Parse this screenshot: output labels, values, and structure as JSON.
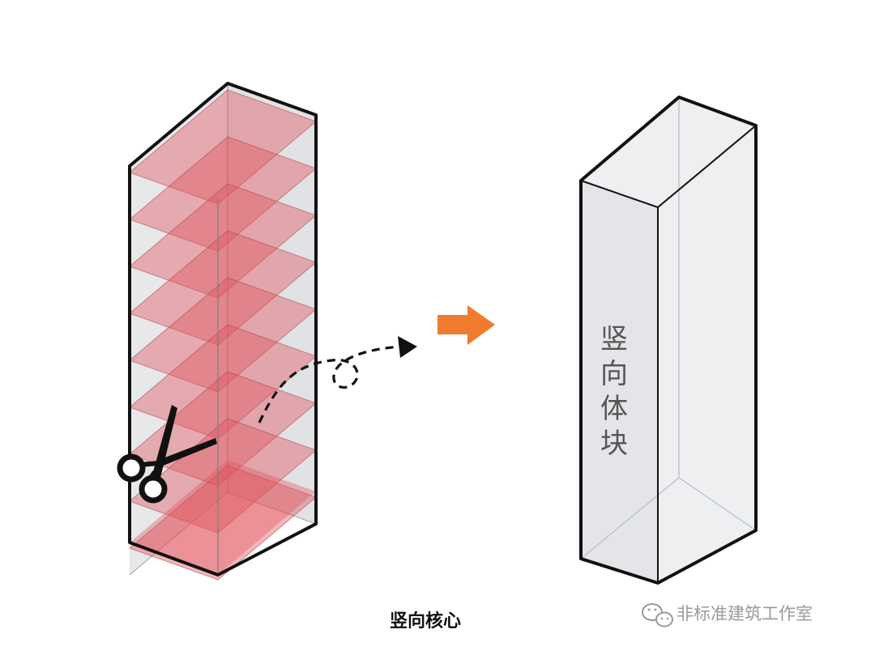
{
  "diagram": {
    "right_block_label": [
      "竖",
      "向",
      "体",
      "块"
    ],
    "caption": "竖向核心",
    "watermark": "非标准建筑工作室"
  },
  "colors": {
    "floor_fill": "#e0545d",
    "box_fill": "#e9eaec",
    "outline": "#111111",
    "arrow": "#f07a2e",
    "watermark": "#9a9a9a"
  },
  "icons": [
    "scissors-icon",
    "dashed-curved-arrow-icon",
    "orange-arrow-icon",
    "wechat-icon"
  ]
}
